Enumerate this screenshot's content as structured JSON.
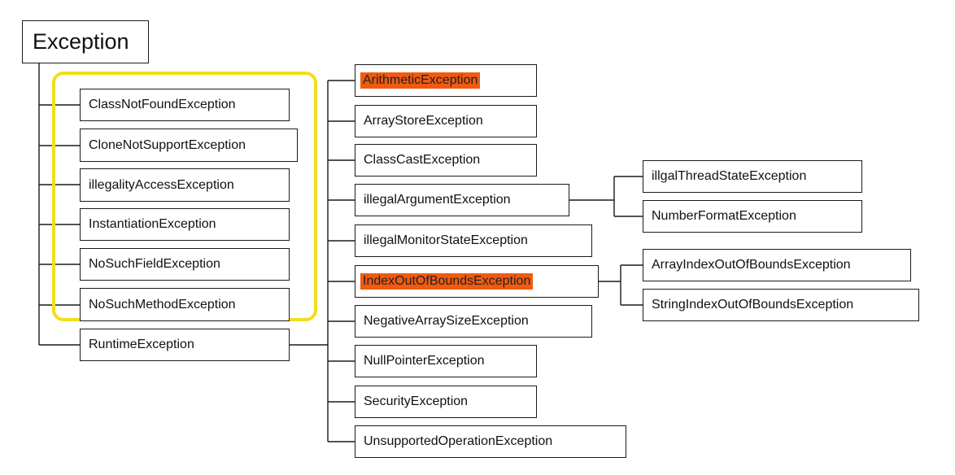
{
  "colors": {
    "highlight": "#f15a11",
    "group_outline": "#f2de1d",
    "line": "#1a1a1a"
  },
  "root": {
    "label": "Exception"
  },
  "checked": [
    "ClassNotFoundException",
    "CloneNotSupportException",
    "illegalityAccessException",
    "InstantiationException",
    "NoSuchFieldException",
    "NoSuchMethodException"
  ],
  "runtime": {
    "label": "RuntimeException"
  },
  "runtime_children": [
    {
      "label": "ArithmeticException",
      "highlighted": true
    },
    {
      "label": "ArrayStoreException",
      "highlighted": false
    },
    {
      "label": "ClassCastException",
      "highlighted": false
    },
    {
      "label": "illegalArgumentException",
      "highlighted": false
    },
    {
      "label": "illegalMonitorStateException",
      "highlighted": false
    },
    {
      "label": "IndexOutOfBoundsException",
      "highlighted": true
    },
    {
      "label": "NegativeArraySizeException",
      "highlighted": false
    },
    {
      "label": "NullPointerException",
      "highlighted": false
    },
    {
      "label": "SecurityException",
      "highlighted": false
    },
    {
      "label": "UnsupportedOperationException",
      "highlighted": false
    }
  ],
  "illegal_argument_children": [
    "illgalThreadStateException",
    "NumberFormatException"
  ],
  "index_children": [
    "ArrayIndexOutOfBoundsException",
    "StringIndexOutOfBoundsException"
  ]
}
